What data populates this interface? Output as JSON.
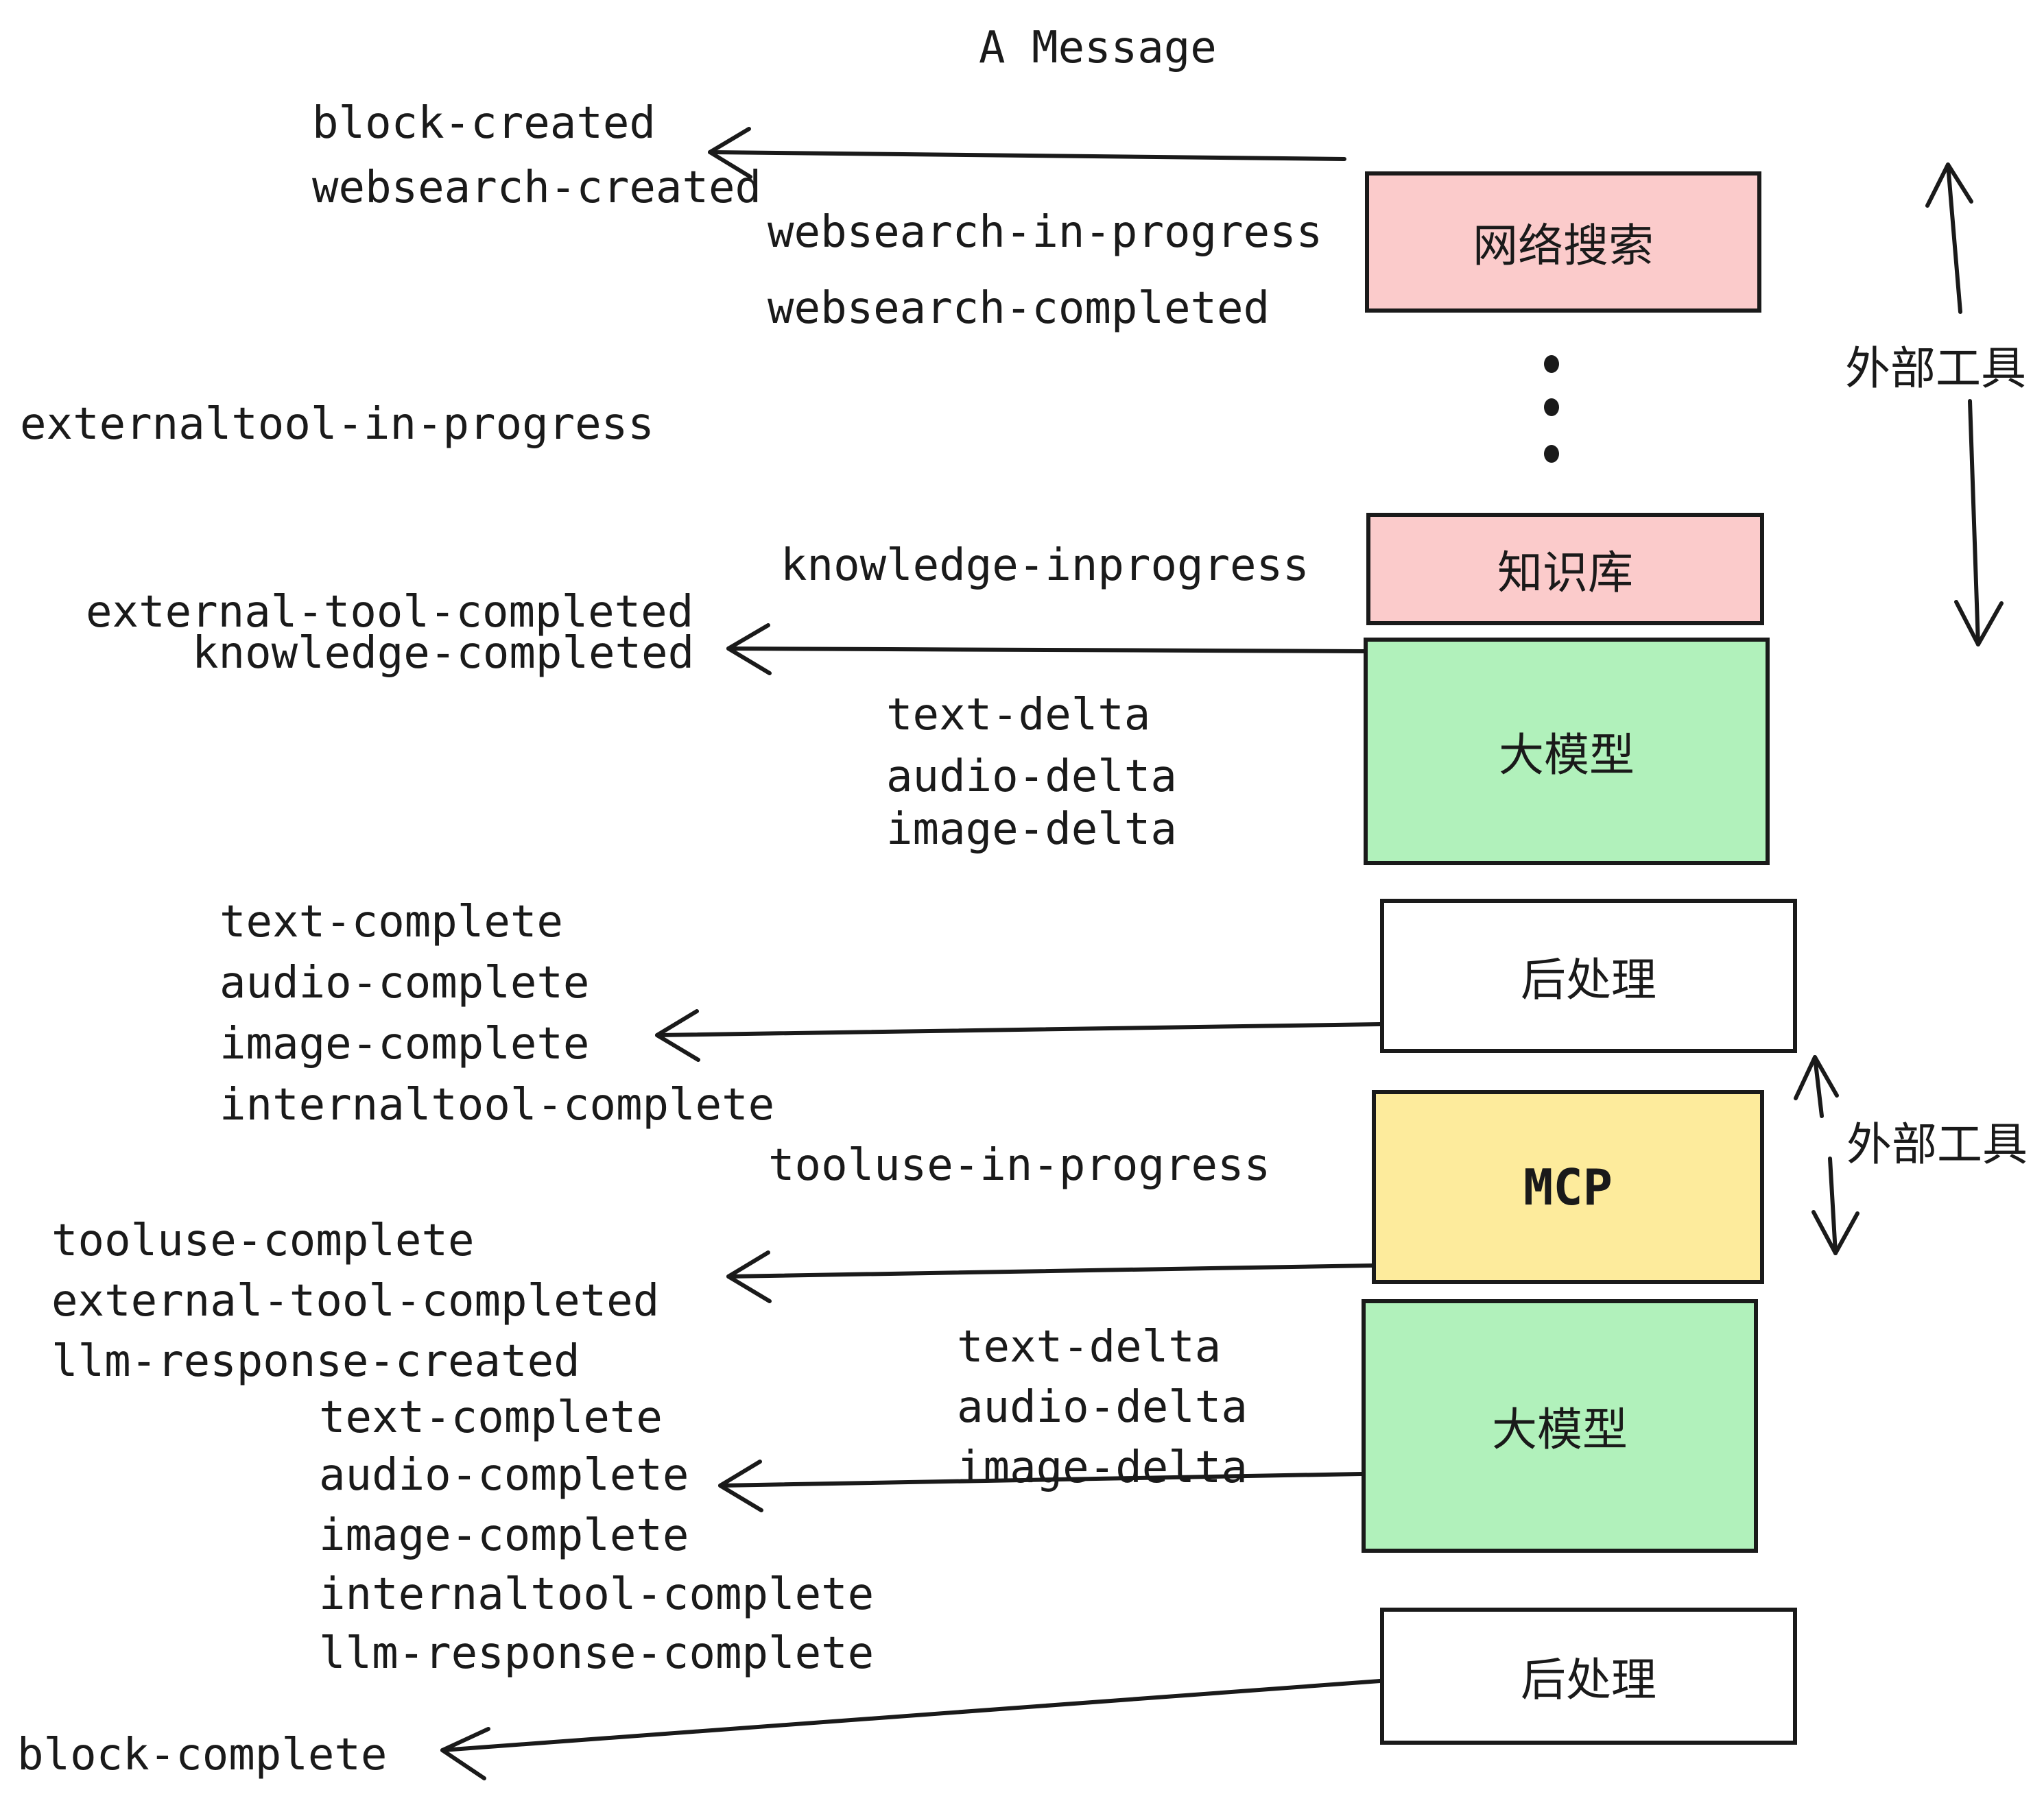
{
  "title": "A Message",
  "colors": {
    "pink": "#fbcbcb",
    "green": "#b1f1bb",
    "yellow": "#fdeb9c",
    "white": "#ffffff",
    "ink": "#1a1a1a"
  },
  "boxes": {
    "websearch": {
      "label": "网络搜索",
      "fill": "pink"
    },
    "knowledge": {
      "label": "知识库",
      "fill": "pink"
    },
    "llm_top": {
      "label": "大模型",
      "fill": "green"
    },
    "post_top": {
      "label": "后处理",
      "fill": "white"
    },
    "mcp": {
      "label": "MCP",
      "fill": "yellow"
    },
    "llm_bottom": {
      "label": "大模型",
      "fill": "green"
    },
    "post_bottom": {
      "label": "后处理",
      "fill": "white"
    }
  },
  "side_labels": {
    "external_tools_top": "外部工具",
    "external_tools_bottom": "外部工具"
  },
  "events": {
    "block_created": "block-created",
    "websearch_created": "websearch-created",
    "websearch_in_progress": "websearch-in-progress",
    "websearch_completed": "websearch-completed",
    "externaltool_in_progress": "externaltool-in-progress",
    "knowledge_inprogress": "knowledge-inprogress",
    "external_tool_completed_1": "external-tool-completed",
    "knowledge_completed": "knowledge-completed",
    "text_delta_1": "text-delta",
    "audio_delta_1": "audio-delta",
    "image_delta_1": "image-delta",
    "text_complete_1": "text-complete",
    "audio_complete_1": "audio-complete",
    "image_complete_1": "image-complete",
    "internaltool_complete_1": "internaltool-complete",
    "tooluse_in_progress": "tooluse-in-progress",
    "tooluse_complete": "tooluse-complete",
    "external_tool_completed_2": "external-tool-completed",
    "llm_response_created": "llm-response-created",
    "text_complete_2": "text-complete",
    "audio_complete_2": "audio-complete",
    "image_complete_2": "image-complete",
    "internaltool_complete_2": "internaltool-complete",
    "llm_response_complete": "llm-response-complete",
    "text_delta_2": "text-delta",
    "audio_delta_2": "audio-delta",
    "image_delta_2": "image-delta",
    "block_complete": "block-complete"
  }
}
